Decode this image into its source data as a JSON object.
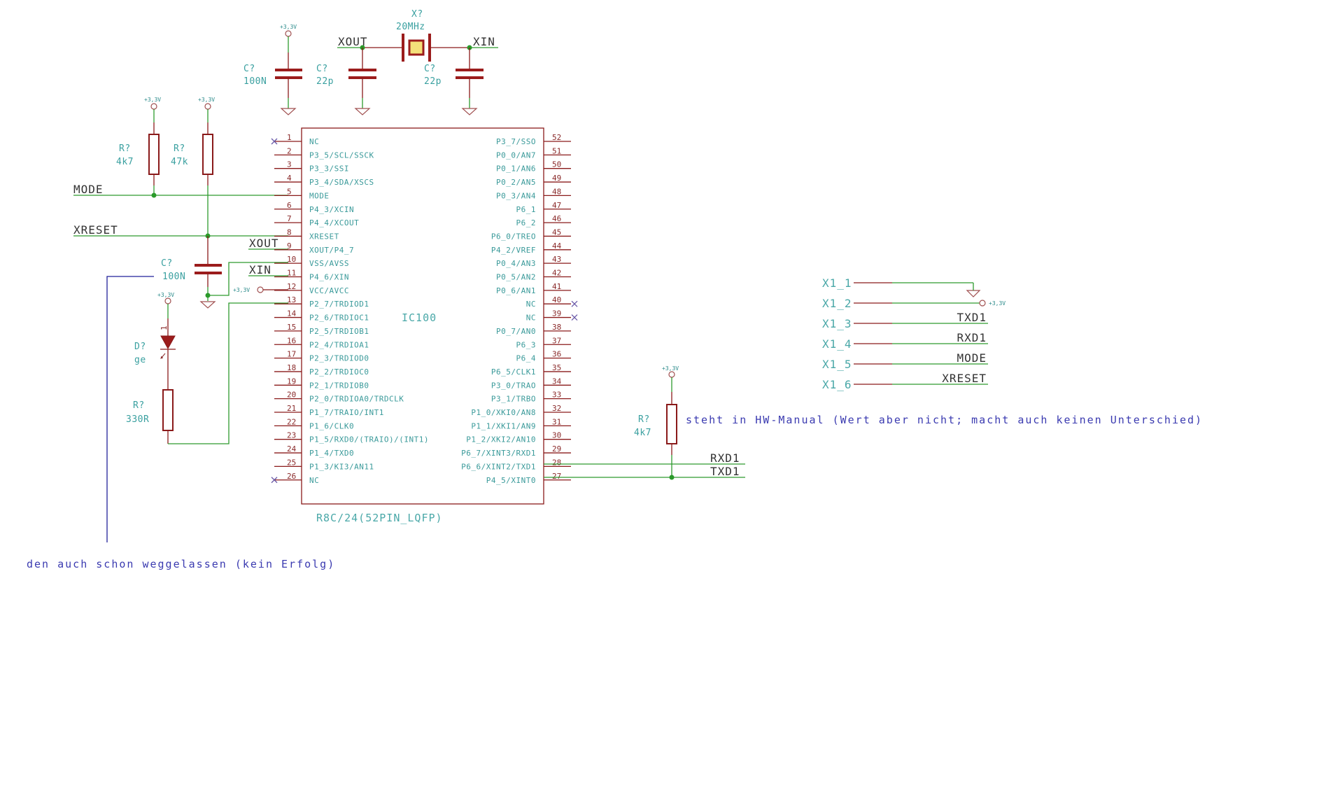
{
  "colors": {
    "wire": "#2e9a2e",
    "pin": "#8a1a1a",
    "component_text": "#3aa0a0",
    "note_text": "#3a3ab0",
    "crystal_fill": "#f4e07a"
  },
  "power_label": "+3,3V",
  "crystal": {
    "ref": "X?",
    "value": "20MHz"
  },
  "top_caps": [
    {
      "ref": "C?",
      "value": "100N"
    },
    {
      "ref": "C?",
      "value": "22p"
    },
    {
      "ref": "C?",
      "value": "22p"
    }
  ],
  "pullups": [
    {
      "ref": "R?",
      "value": "4k7"
    },
    {
      "ref": "R?",
      "value": "47k"
    }
  ],
  "reset_cap": {
    "ref": "C?",
    "value": "100N"
  },
  "led": {
    "ref": "D?",
    "value": "ge",
    "pin": "1"
  },
  "led_resistor": {
    "ref": "R?",
    "value": "330R"
  },
  "txd_pullup": {
    "ref": "R?",
    "value": "4k7"
  },
  "nets": {
    "mode": "MODE",
    "xreset": "XRESET",
    "xout": "XOUT",
    "xin": "XIN",
    "rxd1": "RXD1",
    "txd1": "TXD1"
  },
  "ic": {
    "ref": "IC100",
    "part": "R8C/24(52PIN_LQFP)",
    "left_pins": [
      {
        "num": "1",
        "name": "NC"
      },
      {
        "num": "2",
        "name": "P3_5/SCL/SSCK"
      },
      {
        "num": "3",
        "name": "P3_3/SSI"
      },
      {
        "num": "4",
        "name": "P3_4/SDA/XSCS"
      },
      {
        "num": "5",
        "name": "MODE"
      },
      {
        "num": "6",
        "name": "P4_3/XCIN"
      },
      {
        "num": "7",
        "name": "P4_4/XCOUT"
      },
      {
        "num": "8",
        "name": "XRESET"
      },
      {
        "num": "9",
        "name": "XOUT/P4_7"
      },
      {
        "num": "10",
        "name": "VSS/AVSS"
      },
      {
        "num": "11",
        "name": "P4_6/XIN"
      },
      {
        "num": "12",
        "name": "VCC/AVCC"
      },
      {
        "num": "13",
        "name": "P2_7/TRDIOD1"
      },
      {
        "num": "14",
        "name": "P2_6/TRDIOC1"
      },
      {
        "num": "15",
        "name": "P2_5/TRDIOB1"
      },
      {
        "num": "16",
        "name": "P2_4/TRDIOA1"
      },
      {
        "num": "17",
        "name": "P2_3/TRDIOD0"
      },
      {
        "num": "18",
        "name": "P2_2/TRDIOC0"
      },
      {
        "num": "19",
        "name": "P2_1/TRDIOB0"
      },
      {
        "num": "20",
        "name": "P2_0/TRDIOA0/TRDCLK"
      },
      {
        "num": "21",
        "name": "P1_7/TRAIO/INT1"
      },
      {
        "num": "22",
        "name": "P1_6/CLK0"
      },
      {
        "num": "23",
        "name": "P1_5/RXD0/(TRAIO)/(INT1)"
      },
      {
        "num": "24",
        "name": "P1_4/TXD0"
      },
      {
        "num": "25",
        "name": "P1_3/KI3/AN11"
      },
      {
        "num": "26",
        "name": "NC"
      }
    ],
    "right_pins": [
      {
        "num": "52",
        "name": "P3_7/SSO"
      },
      {
        "num": "51",
        "name": "P0_0/AN7"
      },
      {
        "num": "50",
        "name": "P0_1/AN6"
      },
      {
        "num": "49",
        "name": "P0_2/AN5"
      },
      {
        "num": "48",
        "name": "P0_3/AN4"
      },
      {
        "num": "47",
        "name": "P6_1"
      },
      {
        "num": "46",
        "name": "P6_2"
      },
      {
        "num": "45",
        "name": "P6_0/TREO"
      },
      {
        "num": "44",
        "name": "P4_2/VREF"
      },
      {
        "num": "43",
        "name": "P0_4/AN3"
      },
      {
        "num": "42",
        "name": "P0_5/AN2"
      },
      {
        "num": "41",
        "name": "P0_6/AN1"
      },
      {
        "num": "40",
        "name": "NC"
      },
      {
        "num": "39",
        "name": "NC"
      },
      {
        "num": "38",
        "name": "P0_7/AN0"
      },
      {
        "num": "37",
        "name": "P6_3"
      },
      {
        "num": "36",
        "name": "P6_4"
      },
      {
        "num": "35",
        "name": "P6_5/CLK1"
      },
      {
        "num": "34",
        "name": "P3_0/TRAO"
      },
      {
        "num": "33",
        "name": "P3_1/TRBO"
      },
      {
        "num": "32",
        "name": "P1_0/XKI0/AN8"
      },
      {
        "num": "31",
        "name": "P1_1/XKI1/AN9"
      },
      {
        "num": "30",
        "name": "P1_2/XKI2/AN10"
      },
      {
        "num": "29",
        "name": "P6_7/XINT3/RXD1"
      },
      {
        "num": "28",
        "name": "P6_6/XINT2/TXD1"
      },
      {
        "num": "27",
        "name": "P4_5/XINT0"
      }
    ]
  },
  "connector": {
    "pins": [
      {
        "label": "X1_1",
        "net": ""
      },
      {
        "label": "X1_2",
        "net": ""
      },
      {
        "label": "X1_3",
        "net": "TXD1"
      },
      {
        "label": "X1_4",
        "net": "RXD1"
      },
      {
        "label": "X1_5",
        "net": "MODE"
      },
      {
        "label": "X1_6",
        "net": "XRESET"
      }
    ]
  },
  "notes": {
    "txd_pullup_note": "steht in HW-Manual (Wert aber nicht; macht auch keinen Unterschied)",
    "cap_note": "den auch schon weggelassen (kein Erfolg)"
  }
}
